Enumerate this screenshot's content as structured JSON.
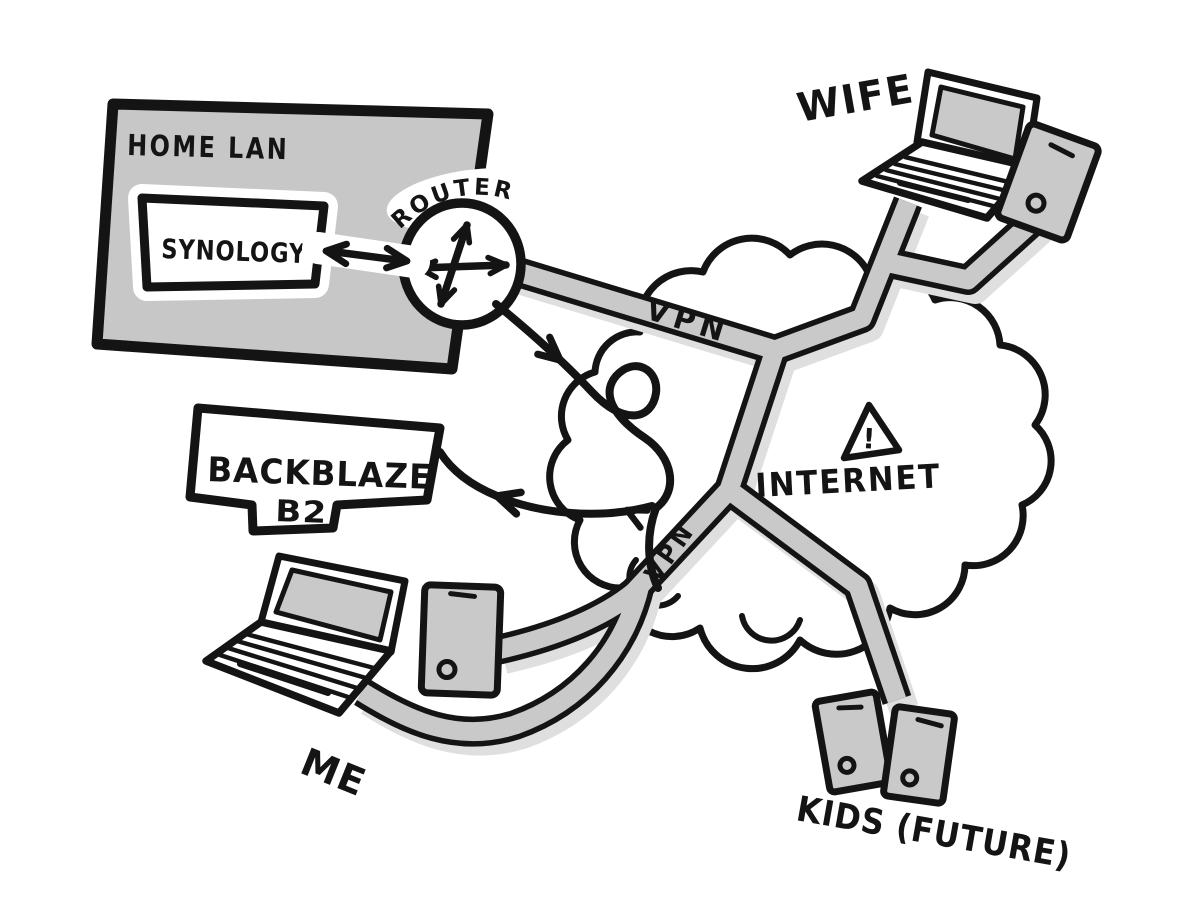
{
  "labels": {
    "home_lan": "HOME LAN",
    "synology": "SYNOLOGY",
    "router": "ROUTER",
    "vpn_top": "VPN",
    "vpn_me": "VPN",
    "internet": "INTERNET",
    "warning": "!",
    "wife": "WIFE",
    "me": "ME",
    "kids": "KIDS (FUTURE)",
    "backblaze_line1": "BACKBLAZE",
    "backblaze_line2": "B2"
  },
  "colors": {
    "ink": "#141414",
    "fill_gray": "#c9c9c9",
    "box_gray": "#c7c7c7",
    "shadow_gray": "#dfdfdf",
    "paper": "#ffffff"
  },
  "connections": [
    {
      "from": "SYNOLOGY",
      "to": "ROUTER",
      "type": "double-arrow"
    },
    {
      "from": "ROUTER",
      "to": "INTERNET",
      "type": "pipe",
      "label": "VPN"
    },
    {
      "from": "INTERNET",
      "to": "WIFE devices",
      "type": "pipe"
    },
    {
      "from": "INTERNET",
      "to": "ME devices",
      "type": "pipe",
      "label": "VPN"
    },
    {
      "from": "INTERNET",
      "to": "KIDS (FUTURE) devices",
      "type": "pipe"
    },
    {
      "from": "ROUTER",
      "to": "INTERNET",
      "type": "sketched-arrow"
    },
    {
      "from": "INTERNET",
      "to": "BACKBLAZE B2",
      "type": "sketched-arrow"
    }
  ],
  "devices": {
    "wife": [
      "laptop",
      "phone"
    ],
    "me": [
      "laptop",
      "phone"
    ],
    "kids": [
      "phone",
      "phone"
    ]
  }
}
